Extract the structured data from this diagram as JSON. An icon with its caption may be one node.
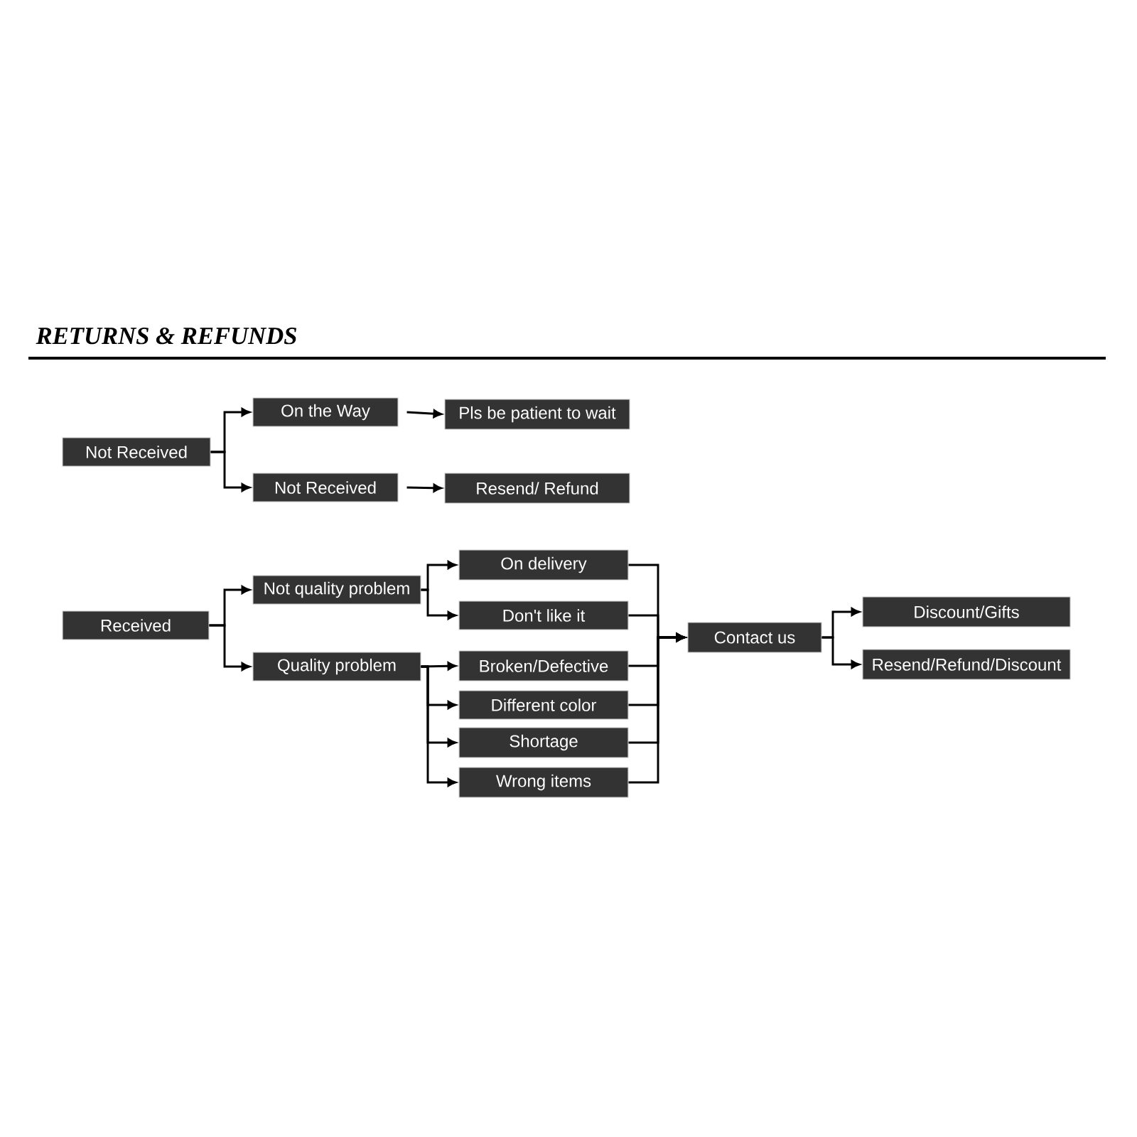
{
  "diagram": {
    "title": "RETURNS & REFUNDS",
    "nodes": [
      {
        "text": [
          "Not Received"
        ]
      },
      {
        "text": [
          "On the Way"
        ]
      },
      {
        "text": [
          "Pls be patient to wait"
        ]
      },
      {
        "text": [
          "Not Received"
        ]
      },
      {
        "text": [
          "Resend/ Refund"
        ]
      },
      {
        "text": [
          "Received"
        ]
      },
      {
        "text": [
          "Not quality problem"
        ]
      },
      {
        "text": [
          "Quality problem"
        ]
      },
      {
        "text": [
          "On delivery"
        ]
      },
      {
        "text": [
          "Don't like it"
        ]
      },
      {
        "text": [
          "Broken/Defective"
        ]
      },
      {
        "text": [
          "Different color"
        ]
      },
      {
        "text": [
          "Shortage"
        ]
      },
      {
        "text": [
          "Wrong items"
        ]
      },
      {
        "text": [
          "Contact us"
        ]
      },
      {
        "text": [
          "Discount/Gifts"
        ]
      },
      {
        "text": [
          "Resend/Refund/Discount"
        ]
      }
    ],
    "edges": [
      {
        "from": 0,
        "to": 1,
        "arrow": "to"
      },
      {
        "from": 0,
        "to": 3,
        "arrow": "to"
      },
      {
        "from": 1,
        "to": 2,
        "arrow": "to"
      },
      {
        "from": 3,
        "to": 4,
        "arrow": "to"
      },
      {
        "from": 5,
        "to": 6,
        "arrow": "to"
      },
      {
        "from": 5,
        "to": 7,
        "arrow": "to"
      },
      {
        "from": 6,
        "to": 8,
        "arrow": "to"
      },
      {
        "from": 6,
        "to": 9,
        "arrow": "to"
      },
      {
        "from": 7,
        "to": 10,
        "arrow": "to"
      },
      {
        "from": 7,
        "to": 11,
        "arrow": "to"
      },
      {
        "from": 7,
        "to": 12,
        "arrow": "to"
      },
      {
        "from": 7,
        "to": 13,
        "arrow": "to"
      },
      {
        "from": 8,
        "to": 14,
        "arrow": "to"
      },
      {
        "from": 9,
        "to": 14,
        "arrow": "to"
      },
      {
        "from": 10,
        "to": 14,
        "arrow": "to"
      },
      {
        "from": 11,
        "to": 14,
        "arrow": "to"
      },
      {
        "from": 12,
        "to": 14,
        "arrow": "to"
      },
      {
        "from": 13,
        "to": 14,
        "arrow": "to"
      },
      {
        "from": 14,
        "to": 15,
        "arrow": "to"
      },
      {
        "from": 14,
        "to": 16,
        "arrow": "to"
      }
    ]
  }
}
